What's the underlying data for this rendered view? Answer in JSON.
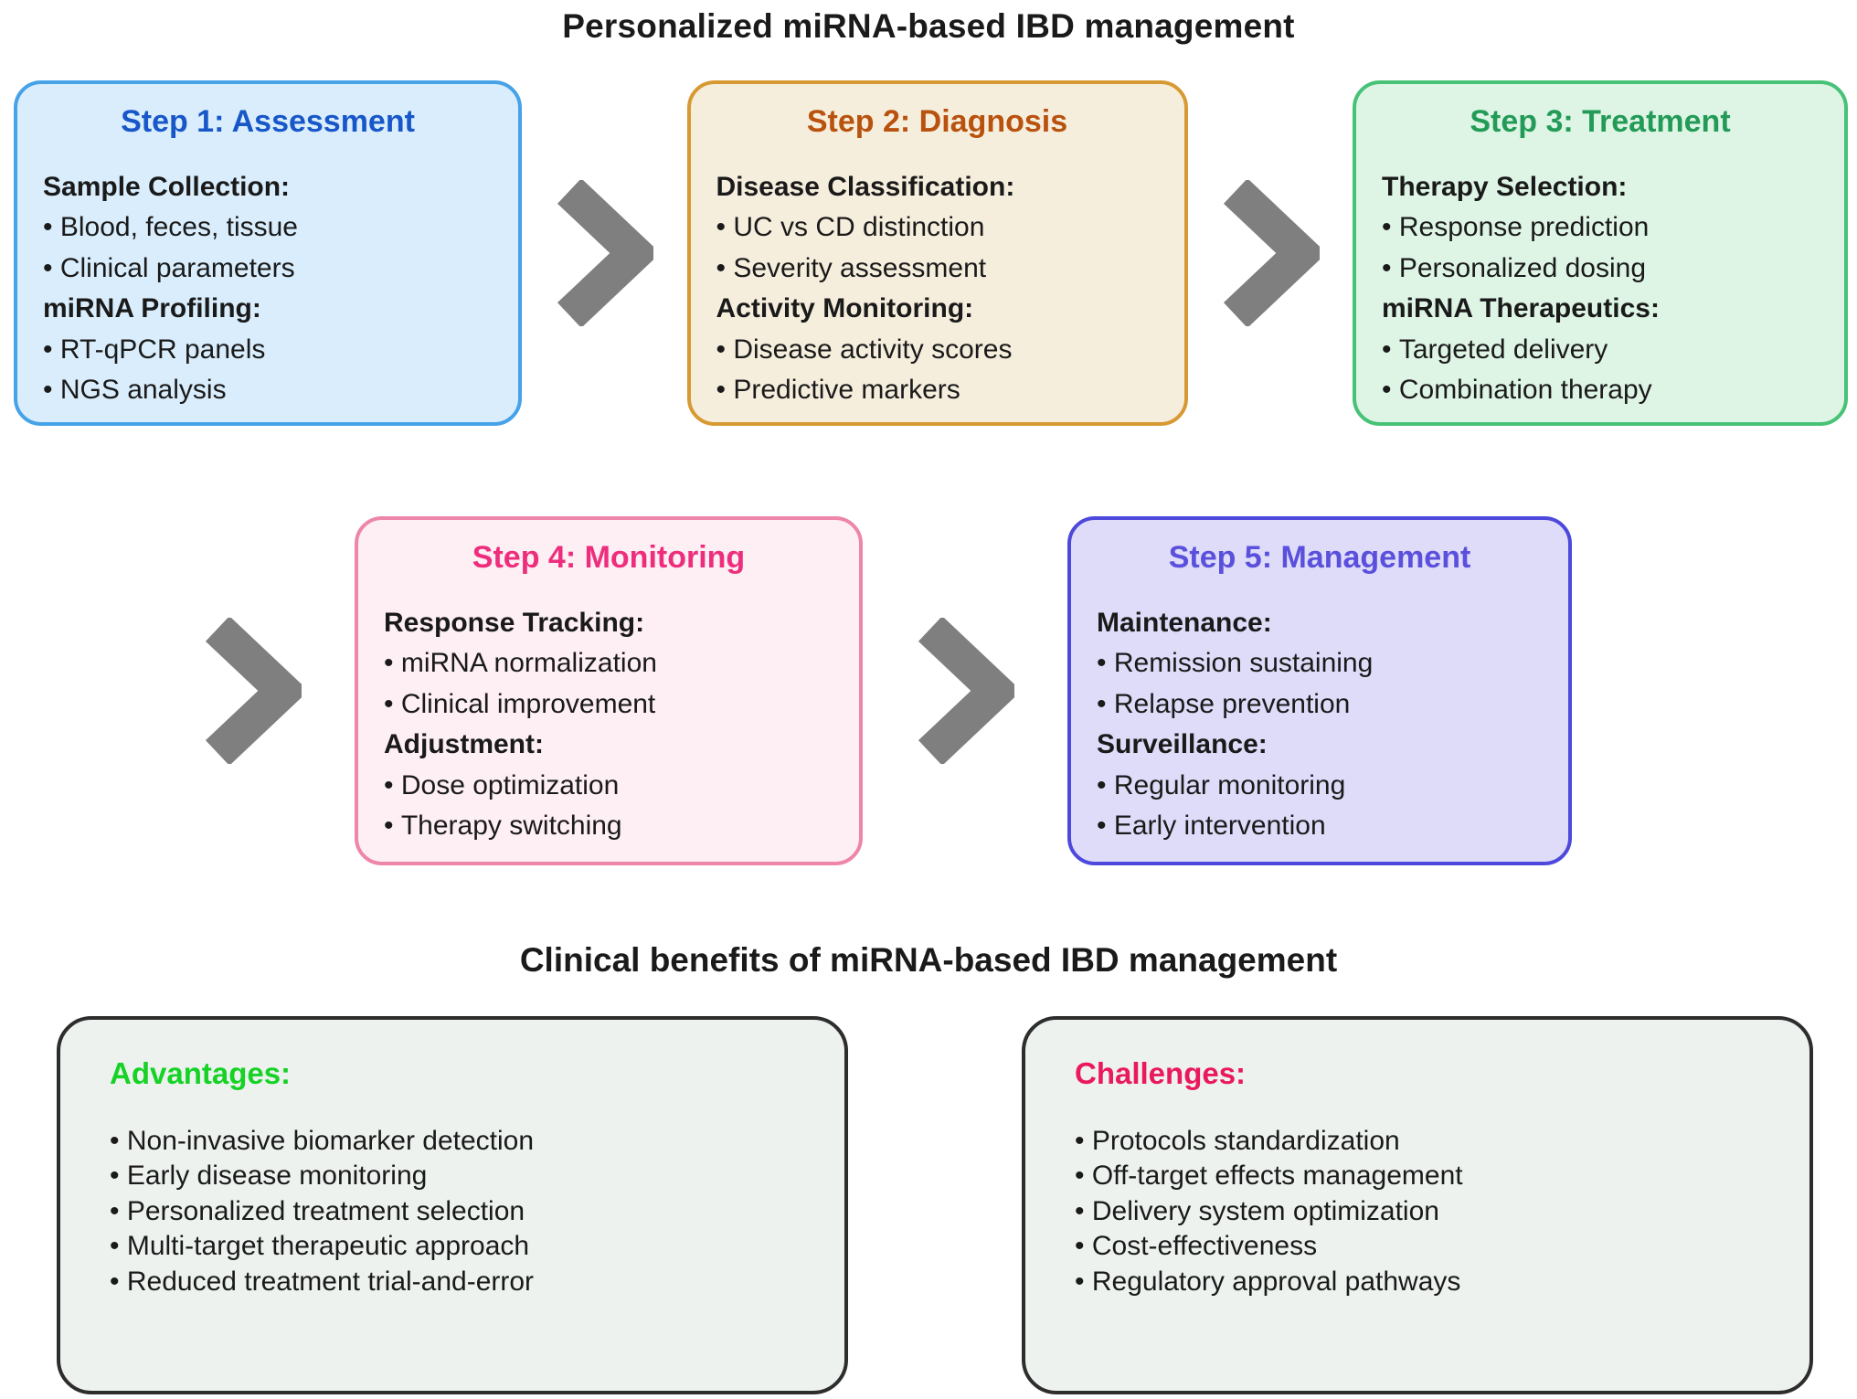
{
  "main_title": "Personalized miRNA-based IBD management",
  "benefits_title": "Clinical benefits of miRNA-based IBD management",
  "arrow_color": "#7f7f7f",
  "steps": [
    {
      "title": "Step 1: Assessment",
      "colors": {
        "background": "#d9edfc",
        "border": "#46a3e8",
        "title": "#1857c8"
      },
      "sections": [
        {
          "heading": "Sample Collection:",
          "items": [
            "Blood, feces, tissue",
            "Clinical parameters"
          ]
        },
        {
          "heading": "miRNA Profiling:",
          "items": [
            "RT-qPCR panels",
            "NGS analysis"
          ]
        }
      ]
    },
    {
      "title": "Step 2: Diagnosis",
      "colors": {
        "background": "#f6eedd",
        "border": "#d79a33",
        "title": "#b8520e"
      },
      "sections": [
        {
          "heading": "Disease Classification:",
          "items": [
            "UC vs CD distinction",
            "Severity assessment"
          ]
        },
        {
          "heading": "Activity Monitoring:",
          "items": [
            "Disease activity scores",
            "Predictive markers"
          ]
        }
      ]
    },
    {
      "title": "Step 3: Treatment",
      "colors": {
        "background": "#def5e6",
        "border": "#47c277",
        "title": "#239b57"
      },
      "sections": [
        {
          "heading": "Therapy Selection:",
          "items": [
            "Response prediction",
            "Personalized dosing"
          ]
        },
        {
          "heading": "miRNA Therapeutics:",
          "items": [
            "Targeted delivery",
            "Combination therapy"
          ]
        }
      ]
    },
    {
      "title": "Step 4: Monitoring",
      "colors": {
        "background": "#fdeff4",
        "border": "#ee85ab",
        "title": "#ee2e7c"
      },
      "sections": [
        {
          "heading": "Response Tracking:",
          "items": [
            "miRNA normalization",
            "Clinical improvement"
          ]
        },
        {
          "heading": "Adjustment:",
          "items": [
            "Dose optimization",
            "Therapy switching"
          ]
        }
      ]
    },
    {
      "title": "Step 5: Management",
      "colors": {
        "background": "#dedcf9",
        "border": "#4c49dc",
        "title": "#5a50dc"
      },
      "sections": [
        {
          "heading": "Maintenance:",
          "items": [
            "Remission sustaining",
            "Relapse prevention"
          ]
        },
        {
          "heading": "Surveillance:",
          "items": [
            "Regular monitoring",
            "Early intervention"
          ]
        }
      ]
    }
  ],
  "benefit_boxes": [
    {
      "title": "Advantages:",
      "title_color": "#17d226",
      "items": [
        "Non-invasive biomarker detection",
        "Early disease monitoring",
        "Personalized treatment selection",
        "Multi-target therapeutic approach",
        "Reduced treatment trial-and-error"
      ]
    },
    {
      "title": "Challenges:",
      "title_color": "#ea185c",
      "items": [
        "Protocols standardization",
        "Off-target effects management",
        "Delivery system optimization",
        "Cost-effectiveness",
        "Regulatory approval pathways"
      ]
    }
  ]
}
